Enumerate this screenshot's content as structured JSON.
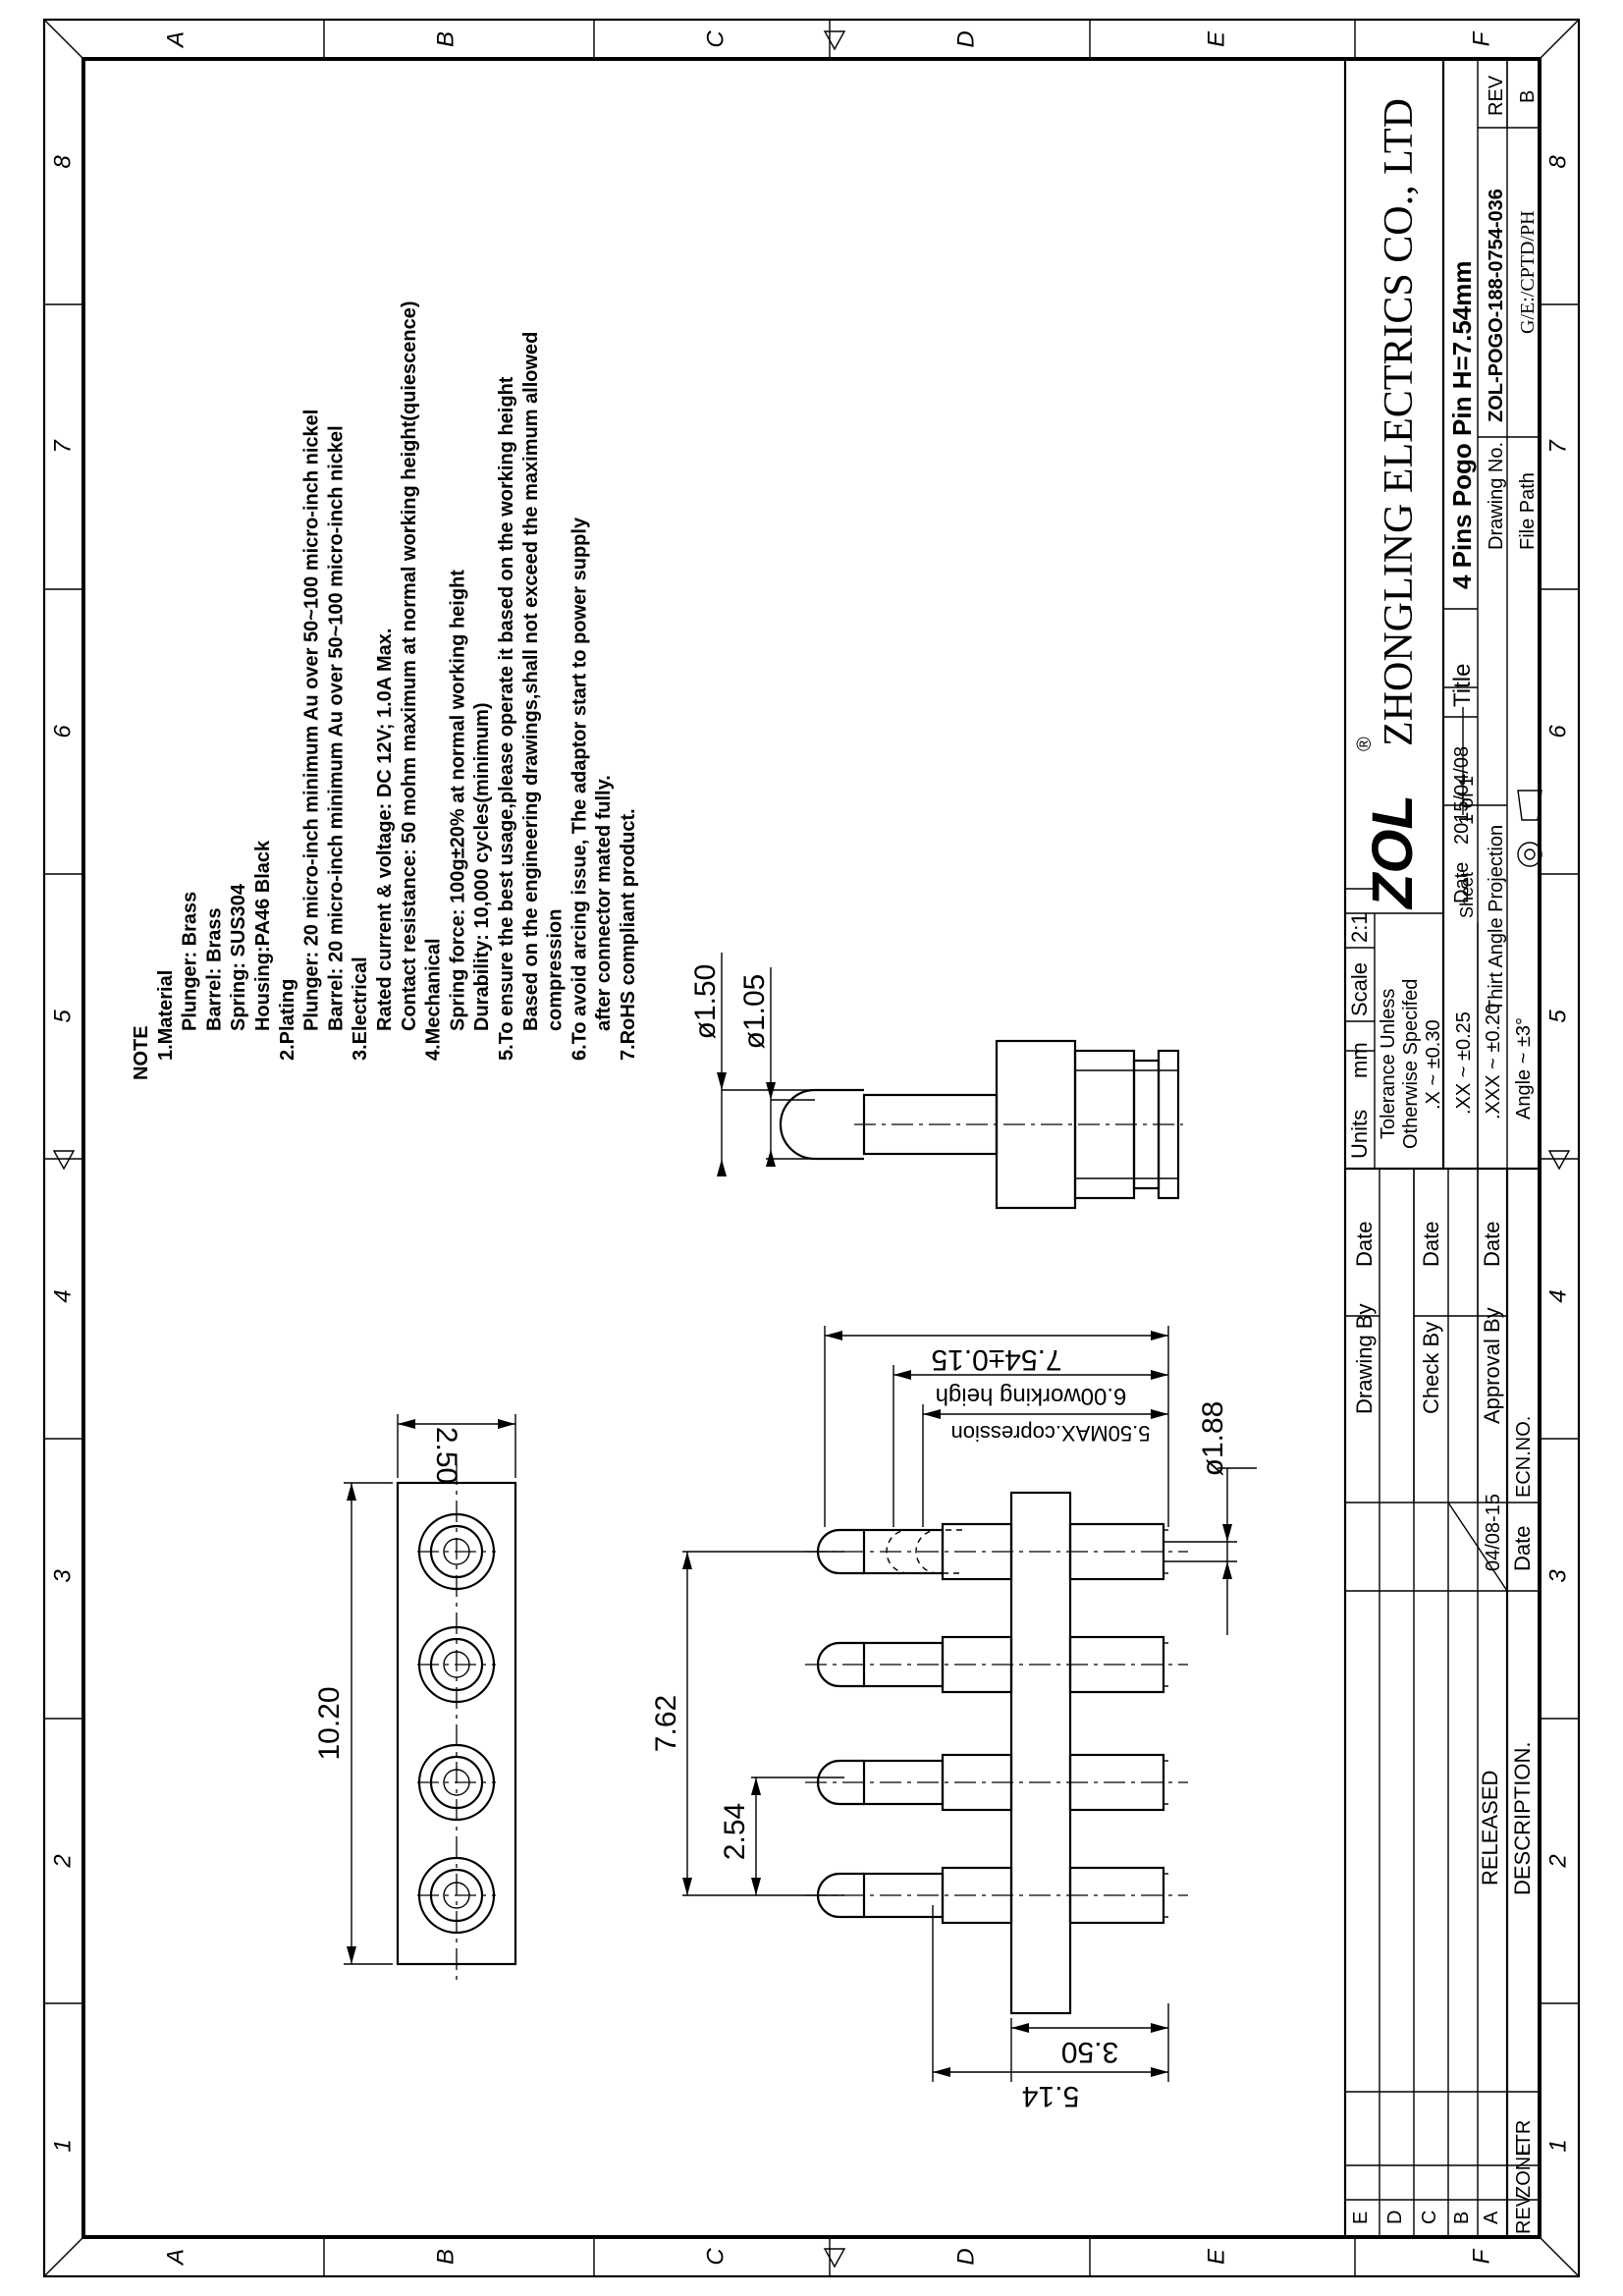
{
  "frame": {
    "rows": [
      "A",
      "B",
      "C",
      "D",
      "E",
      "F"
    ],
    "cols": [
      "8",
      "7",
      "6",
      "5",
      "4",
      "3",
      "2",
      "1"
    ]
  },
  "notes": [
    "NOTE",
    "1.Material",
    "Plunger: Brass",
    "Barrel: Brass",
    "Spring: SUS304",
    "Housing:PA46 Black",
    "2.Plating",
    "Plunger: 20 micro-inch minimum Au over 50~100 micro-inch nickel",
    "Barrel: 20 micro-inch minimum Au over 50~100 micro-inch nickel",
    "3.Electrical",
    "Rated current & voltage: DC 12V; 1.0A Max.",
    "Contact resistance: 50 mohm maximum at normal working height(quiescence)",
    "4.Mechanical",
    "Spring force: 100g±20% at normal working height",
    "Durability: 10,000 cycles(minimum)",
    "5.To ensure the best usage,please operate it based on the working height",
    "Based on the engineering drawings,shall not exceed the maximum allowed",
    "compression",
    "6.To avoid arcing issue, The adaptor start to power supply",
    "after connector mated fully.",
    "7.RoHS compliant product."
  ],
  "dimensions": {
    "d_outer": "ø1.50",
    "d_inner": "ø1.05",
    "d_barrel": "ø1.88",
    "total_height": "7.54±0.15",
    "working_height": "6.00working heigh",
    "max_compression": "5.50MAX.copression",
    "span": "7.62",
    "pitch": "2.54",
    "base_height": "3.50",
    "flange_height": "5.14",
    "housing_length": "10.20",
    "housing_width": "2.50"
  },
  "title_block": {
    "company": "ZHONGLING ELECTRICS CO., LTD",
    "logo": "ZOL",
    "registered": "®",
    "units_label": "Units",
    "units": "mm",
    "scale_label": "Scale",
    "scale": "2:1",
    "tolerance_1": "Tolerance Unless",
    "tolerance_2": "Otherwise Specifed",
    "tol_x": ".X  ~  ±0.30",
    "tol_xx": ".XX  ~  ±0.25",
    "tol_xxx": ".XXX  ~  ±0.20",
    "tol_angle": "Angle  ~  ±3°",
    "date_label": "Date",
    "date": "2015/04/08",
    "sheet_label": "Sheet",
    "sheet": "1 of 1",
    "title_label": "Title",
    "title": "4 Pins Pogo Pin H=7.54mm",
    "projection": "Thirt Angle Projection",
    "drawing_no_label": "Drawing No.",
    "drawing_no": "ZOL-POGO-188-0754-036",
    "rev_label": "REV",
    "rev": "B",
    "file_path_label": "File Path",
    "file_path": "G/E:/CPTD/PH"
  },
  "revision_block": {
    "drawing_by": "Drawing By",
    "check_by": "Check  By",
    "approval_by": "Approval By",
    "date_label": "Date",
    "released": "RELEASED",
    "released_date": "04/08-15",
    "description": "DESCRIPTION.",
    "ecn_label": "ECN.NO.",
    "rev_label": "REV",
    "zone_label": "ZONE",
    "ltr_label": "LTR",
    "rev_rows": [
      "E",
      "D",
      "C",
      "B",
      "A"
    ]
  }
}
